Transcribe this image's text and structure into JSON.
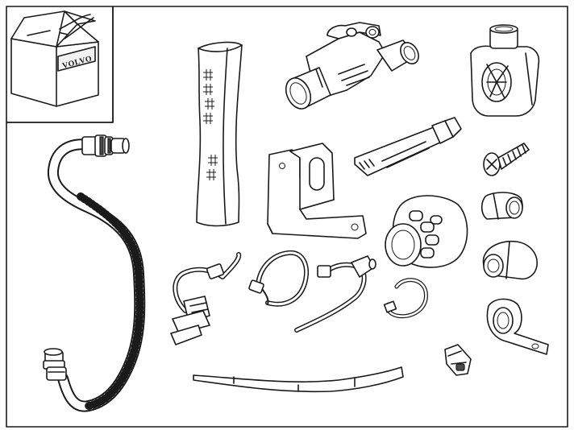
{
  "kit_box": {
    "brand_text": "VOLVO"
  },
  "colors": {
    "line": "#1a1a1a",
    "background": "#ffffff",
    "shade": "#e6e6e6"
  },
  "parts": [
    "kit-box-icon",
    "heater-hose-assembly",
    "protective-sleeve",
    "coolant-thermostat-housing",
    "expansion-tank-cap",
    "grease-tube",
    "mounting-bracket",
    "self-tapping-screw",
    "connector-plug",
    "hose-clamp-small",
    "hose-clip-open",
    "hose-clip-with-tab",
    "p-clamp",
    "edge-clip",
    "cable-tie-harness-a",
    "cable-tie-b",
    "cable-tie-c",
    "cable-tie-d",
    "rubber-strip"
  ]
}
